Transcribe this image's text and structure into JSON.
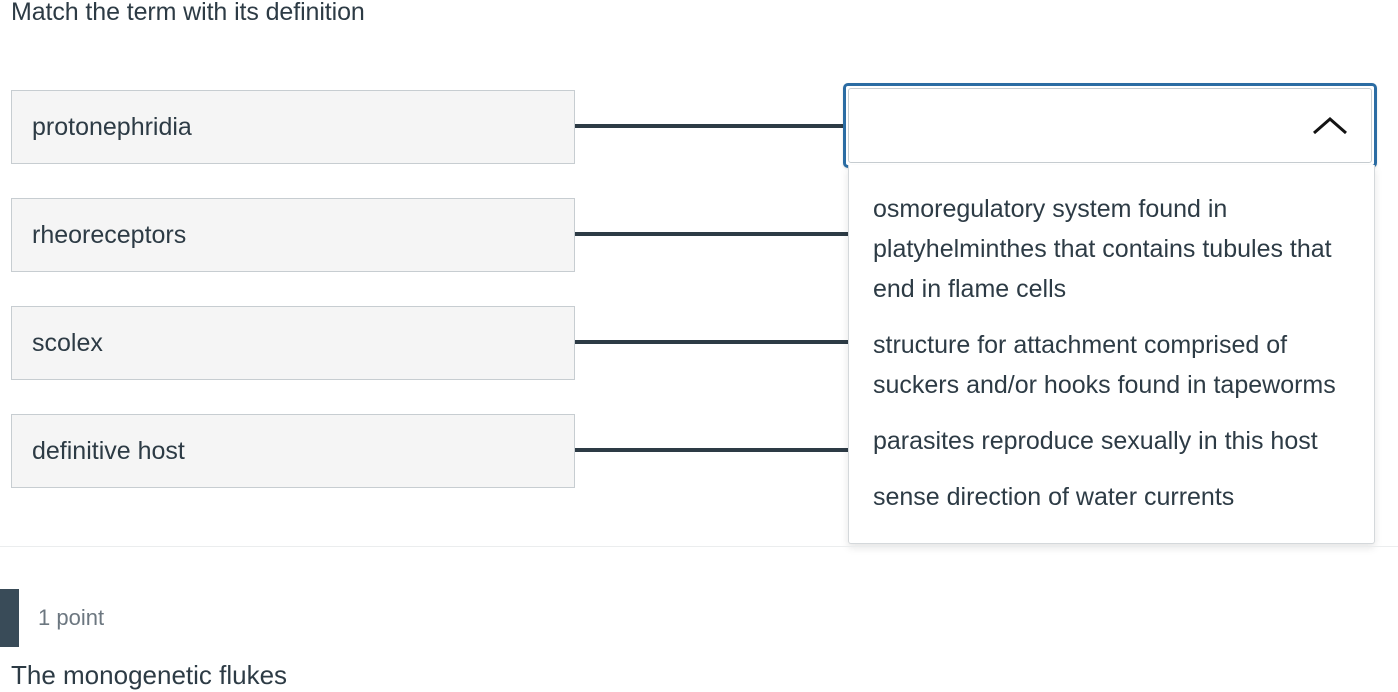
{
  "prompt": {
    "text": "Match the term with its definition"
  },
  "matching": {
    "terms": [
      {
        "label": "protonephridia"
      },
      {
        "label": "rheoreceptors"
      },
      {
        "label": "scolex"
      },
      {
        "label": "definitive host"
      }
    ],
    "dropdown": {
      "selected_value": "",
      "placeholder": "",
      "expanded": true,
      "toggle_icon": "chevron-up-icon",
      "focus_color": "#2b6ca3",
      "options": [
        {
          "label": "osmoregulatory system found in platyhelminthes that contains tubules that end in flame cells"
        },
        {
          "label": "structure for attachment comprised of suckers and/or hooks found in tapeworms"
        },
        {
          "label": "parasites reproduce sexually in this host"
        },
        {
          "label": "sense direction of water currents"
        }
      ]
    }
  },
  "next_question": {
    "points_label": "1 point",
    "points_bar_color": "#394b58",
    "text": "The monogenetic flukes"
  }
}
